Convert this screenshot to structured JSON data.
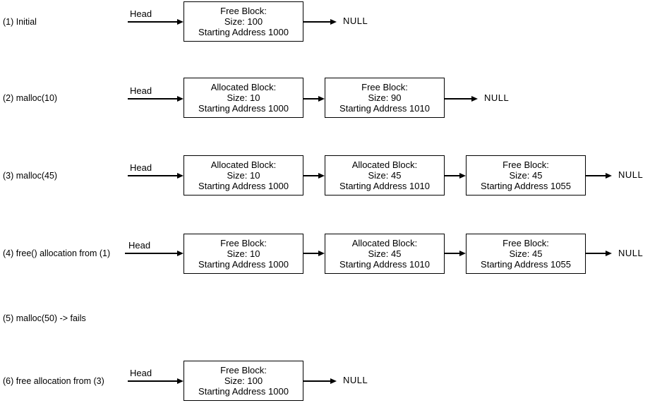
{
  "labels": {
    "head": "Head",
    "null": "NULL"
  },
  "rows": [
    {
      "label": "(1) Initial",
      "blocks": [
        {
          "title": "Free Block:",
          "size": "Size: 100",
          "address": "Starting Address 1000"
        }
      ]
    },
    {
      "label": "(2) malloc(10)",
      "blocks": [
        {
          "title": "Allocated Block:",
          "size": "Size: 10",
          "address": "Starting Address 1000"
        },
        {
          "title": "Free Block:",
          "size": "Size: 90",
          "address": "Starting Address 1010"
        }
      ]
    },
    {
      "label": "(3) malloc(45)",
      "blocks": [
        {
          "title": "Allocated Block:",
          "size": "Size: 10",
          "address": "Starting Address 1000"
        },
        {
          "title": "Allocated Block:",
          "size": "Size: 45",
          "address": "Starting Address 1010"
        },
        {
          "title": "Free Block:",
          "size": "Size: 45",
          "address": "Starting Address 1055"
        }
      ]
    },
    {
      "label": "(4) free() allocation from (1)",
      "blocks": [
        {
          "title": "Free Block:",
          "size": "Size: 10",
          "address": "Starting Address 1000"
        },
        {
          "title": "Allocated Block:",
          "size": "Size: 45",
          "address": "Starting Address 1010"
        },
        {
          "title": "Free Block:",
          "size": "Size: 45",
          "address": "Starting Address 1055"
        }
      ]
    },
    {
      "label": "(5) malloc(50) -> fails",
      "blocks": []
    },
    {
      "label": "(6) free allocation from (3)",
      "blocks": [
        {
          "title": "Free Block:",
          "size": "Size: 100",
          "address": "Starting Address 1000"
        }
      ]
    }
  ],
  "colors": {
    "stroke": "#000000",
    "background": "#ffffff"
  }
}
